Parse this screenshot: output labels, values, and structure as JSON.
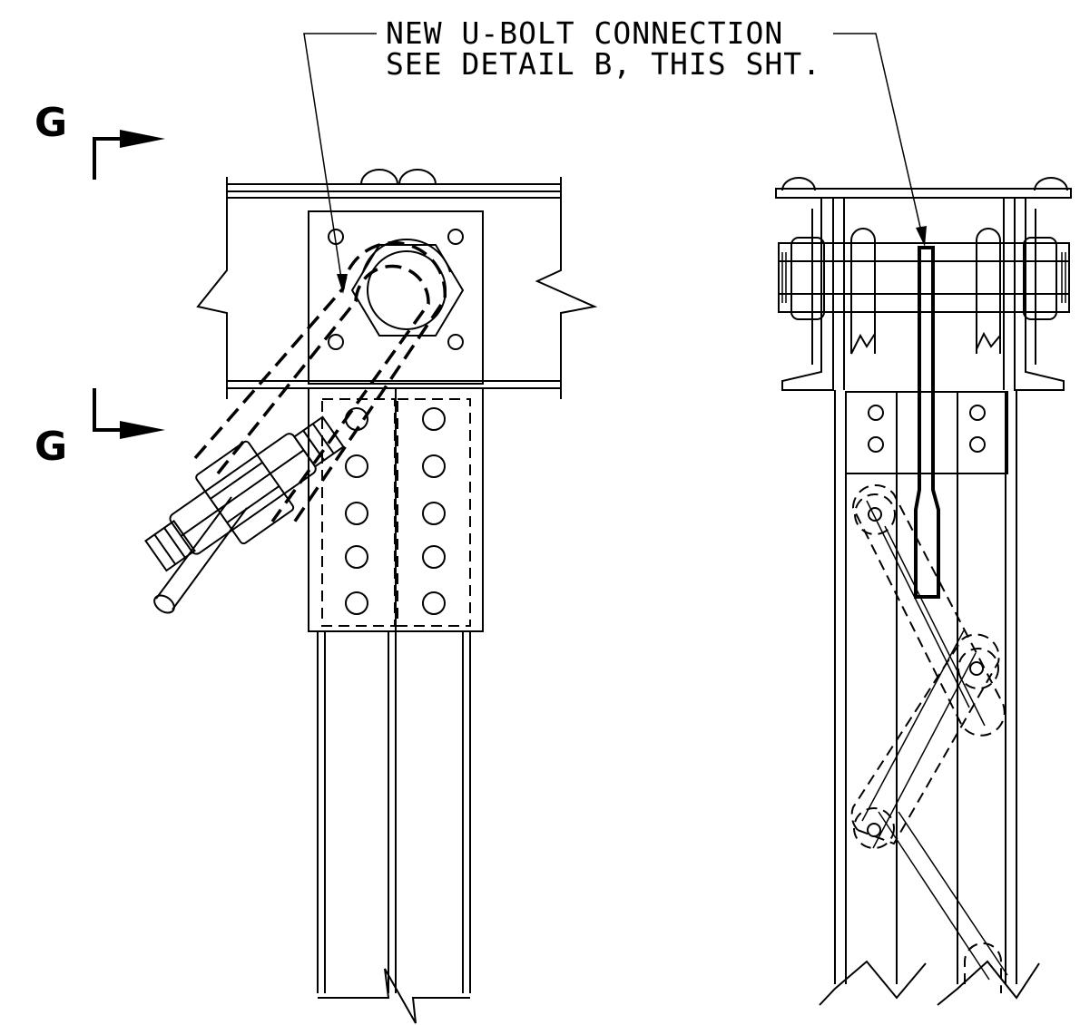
{
  "callout": {
    "line1": "NEW U-BOLT CONNECTION",
    "line2": "SEE DETAIL B, THIS SHT."
  },
  "section_marks": {
    "top": "G",
    "bottom": "G"
  }
}
